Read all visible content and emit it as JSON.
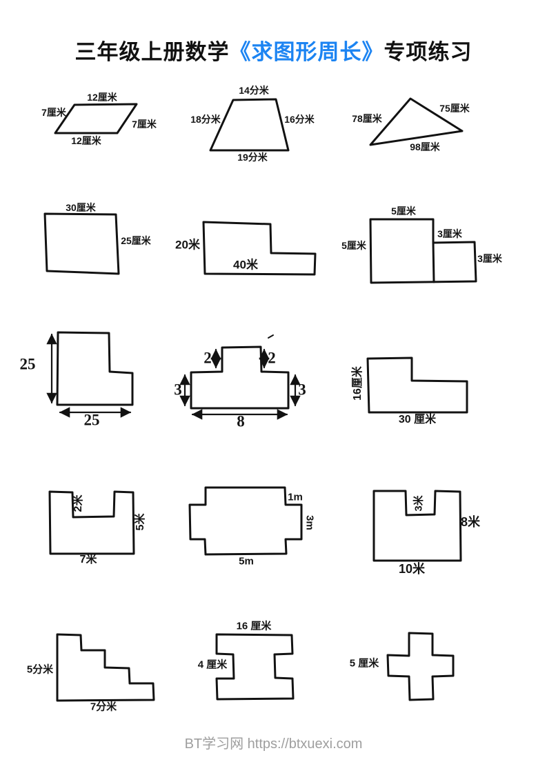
{
  "page": {
    "title_prefix": "三年级上册数学",
    "title_highlight": "《求图形周长》",
    "title_suffix": "专项练习",
    "highlight_color": "#1c84f2",
    "footer": "BT学习网 https://btxuexi.com"
  },
  "figures": [
    {
      "shape": "parallelogram",
      "labels": [
        "12厘米",
        "7厘米",
        "7厘米",
        "12厘米"
      ]
    },
    {
      "shape": "trapezoid",
      "labels": [
        "14分米",
        "18分米",
        "16分米",
        "19分米"
      ]
    },
    {
      "shape": "triangle",
      "labels": [
        "78厘米",
        "75厘米",
        "98厘米"
      ]
    },
    {
      "shape": "rectangle",
      "labels": [
        "30厘米",
        "25厘米"
      ]
    },
    {
      "shape": "l-step-shape",
      "labels": [
        "20米",
        "40米"
      ]
    },
    {
      "shape": "two-squares",
      "labels": [
        "5厘米",
        "5厘米",
        "3厘米",
        "3厘米"
      ]
    },
    {
      "shape": "l-shape-with-arrows",
      "labels": [
        "25",
        "25"
      ]
    },
    {
      "shape": "t-shape",
      "labels": [
        "2",
        "2",
        "3",
        "3",
        "8"
      ]
    },
    {
      "shape": "l-shape",
      "labels": [
        "16厘米",
        "30 厘米"
      ]
    },
    {
      "shape": "u-shape",
      "labels": [
        "2米",
        "5米",
        "7米"
      ]
    },
    {
      "shape": "cross-rectangle",
      "labels": [
        "1m",
        "3m",
        "5m"
      ]
    },
    {
      "shape": "u-shape",
      "labels": [
        "3米",
        "8米",
        "10米"
      ]
    },
    {
      "shape": "staircase",
      "labels": [
        "5分米",
        "7分米"
      ]
    },
    {
      "shape": "i-beam",
      "labels": [
        "16 厘米",
        "4 厘米"
      ]
    },
    {
      "shape": "plus-cross",
      "labels": [
        "5 厘米"
      ]
    }
  ]
}
